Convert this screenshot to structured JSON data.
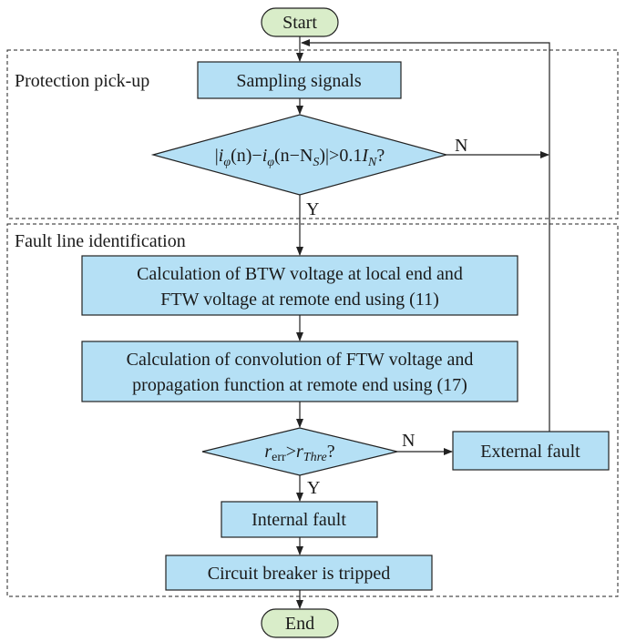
{
  "colors": {
    "process_fill": "#b5e0f5",
    "terminal_fill": "#d9edc9",
    "stroke": "#222222"
  },
  "start": "Start",
  "end": "End",
  "regions": {
    "pickup": "Protection pick-up",
    "identification": "Fault line identification"
  },
  "nodes": {
    "sampling": "Sampling signals",
    "decision1": {
      "a": "|",
      "i": "i",
      "phi": "φ",
      "n1": "(n)−",
      "i2": "i",
      "phi2": "φ",
      "n2": "(n−N",
      "s": "S",
      "rest": ")|>0.1",
      "I": "I",
      "N": "N",
      "q": "?"
    },
    "calc1_line1": "Calculation of BTW voltage at local end and",
    "calc1_line2": "FTW voltage at remote end using (11)",
    "calc2_line1": "Calculation of convolution of FTW voltage and",
    "calc2_line2": "propagation function at remote end using (17)",
    "decision2": {
      "r1": "r",
      "err": "err",
      "gt": ">",
      "r2": "r",
      "thre": "Thre",
      "q": "?"
    },
    "external": "External fault",
    "internal": "Internal fault",
    "breaker": "Circuit breaker is tripped"
  },
  "labels": {
    "no1": "N",
    "yes1": "Y",
    "no2": "N",
    "yes2": "Y"
  }
}
